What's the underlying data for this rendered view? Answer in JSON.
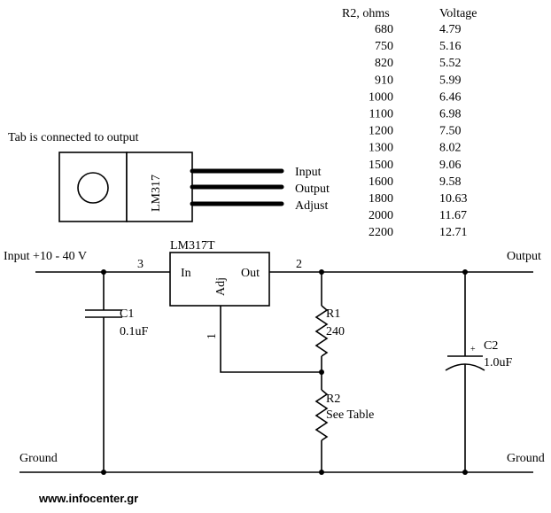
{
  "table": {
    "header_r2": "R2, ohms",
    "header_voltage": "Voltage",
    "rows": [
      {
        "r2": "680",
        "v": "4.79"
      },
      {
        "r2": "750",
        "v": "5.16"
      },
      {
        "r2": "820",
        "v": "5.52"
      },
      {
        "r2": "910",
        "v": "5.99"
      },
      {
        "r2": "1000",
        "v": "6.46"
      },
      {
        "r2": "1100",
        "v": "6.98"
      },
      {
        "r2": "1200",
        "v": "7.50"
      },
      {
        "r2": "1300",
        "v": "8.02"
      },
      {
        "r2": "1500",
        "v": "9.06"
      },
      {
        "r2": "1600",
        "v": "9.58"
      },
      {
        "r2": "1800",
        "v": "10.63"
      },
      {
        "r2": "2000",
        "v": "11.67"
      },
      {
        "r2": "2200",
        "v": "12.71"
      }
    ]
  },
  "package": {
    "caption": "Tab is connected to output",
    "part": "LM317",
    "pins": [
      "Input",
      "Output",
      "Adjust"
    ]
  },
  "schematic": {
    "input_label": "Input +10 - 40 V",
    "output_label": "Output",
    "ground_left": "Ground",
    "ground_right": "Ground",
    "ic_name": "LM317T",
    "ic_in": "In",
    "ic_out": "Out",
    "ic_adj": "Adj",
    "pin_in": "3",
    "pin_out": "2",
    "pin_adj": "1",
    "c1_name": "C1",
    "c1_value": "0.1uF",
    "c2_name": "C2",
    "c2_value": "1.0uF",
    "c2_polarity": "+",
    "r1_name": "R1",
    "r1_value": "240",
    "r2_name": "R2",
    "r2_value": "See Table"
  },
  "footer": {
    "website": "www.infocenter.gr"
  }
}
